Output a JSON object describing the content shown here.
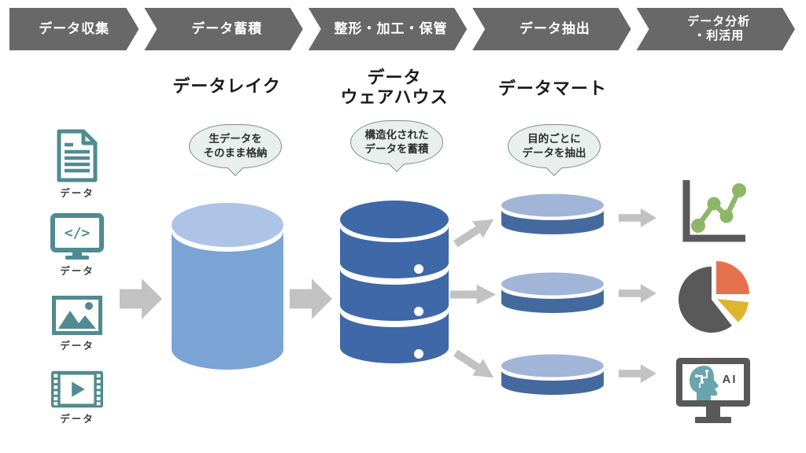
{
  "banner": {
    "items": [
      {
        "label": "データ収集"
      },
      {
        "label": "データ蓄積"
      },
      {
        "label": "整形・加工・保管"
      },
      {
        "label": "データ抽出"
      },
      {
        "label_line1": "データ分析",
        "label_line2": "・利活用"
      }
    ]
  },
  "sources": {
    "items": [
      {
        "icon": "document-icon",
        "label": "データ"
      },
      {
        "icon": "code-monitor-icon",
        "label": "データ"
      },
      {
        "icon": "image-icon",
        "label": "データ"
      },
      {
        "icon": "video-icon",
        "label": "データ"
      }
    ]
  },
  "stages": {
    "lake": {
      "title": "データレイク",
      "bubble_line1": "生データを",
      "bubble_line2": "そのまま格納"
    },
    "warehouse": {
      "title_line1": "データ",
      "title_line2": "ウェアハウス",
      "bubble_line1": "構造化された",
      "bubble_line2": "データを蓄積"
    },
    "mart": {
      "title": "データマート",
      "bubble_line1": "目的ごとに",
      "bubble_line2": "データを抽出"
    }
  },
  "outputs": {
    "items": [
      {
        "icon": "line-chart-icon"
      },
      {
        "icon": "pie-chart-icon"
      },
      {
        "icon": "ai-monitor-icon",
        "label": "AI"
      }
    ]
  },
  "colors": {
    "banner_gray": "#686868",
    "source_teal": "#4f8b91",
    "lake_blue": "#7ba3d4",
    "lake_top": "#aec4e6",
    "warehouse_blue": "#3e68a8",
    "mart_blue": "#44699f",
    "mart_top": "#a0b5d8",
    "arrow_gray": "#c2c2c2",
    "chart_green": "#8db766",
    "axis_gray": "#595959",
    "pie_gray": "#595959",
    "pie_orange": "#e4724f",
    "pie_yellow": "#ddb52e",
    "ai_teal": "#6ba5ac"
  }
}
